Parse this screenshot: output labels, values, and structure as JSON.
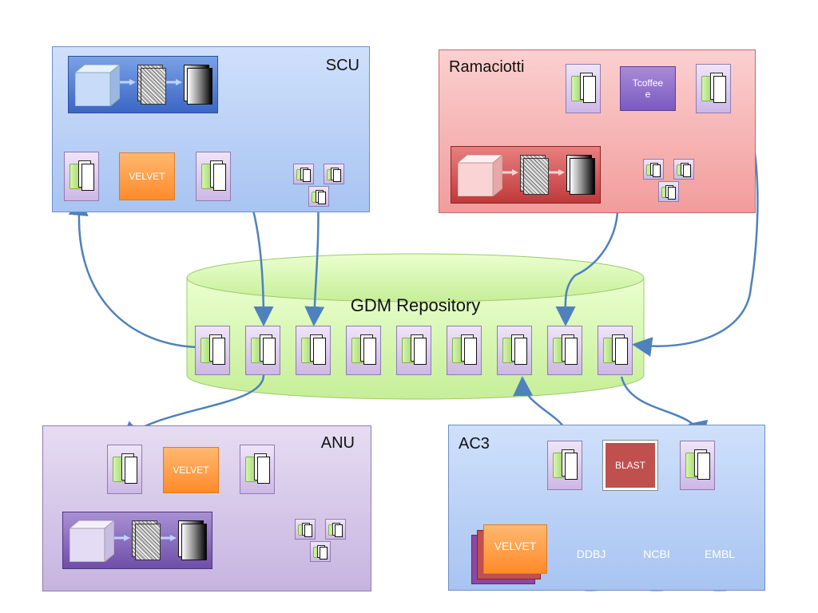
{
  "panels": {
    "scu": {
      "title": "SCU"
    },
    "ramaciotti": {
      "title": "Ramaciotti"
    },
    "anu": {
      "title": "ANU"
    },
    "ac3": {
      "title": "AC3"
    }
  },
  "repository": {
    "label": "GDM Repository"
  },
  "processes": {
    "scu_velvet": "VELVET",
    "anu_velvet": "VELVET",
    "tcoffee": "Tcoffee\ne",
    "blast": "BLAST",
    "ac3_velvet": "VELVET"
  },
  "databases": {
    "ddbj": "DDBJ",
    "ncbi": "NCBI",
    "embl": "EMBL"
  },
  "colors": {
    "arrow": "#4f81bd",
    "velvet": "#ff8a2a",
    "blast": "#c0504d",
    "tcoffee": "#7b5ac0",
    "repository": "#d6f5b0"
  }
}
